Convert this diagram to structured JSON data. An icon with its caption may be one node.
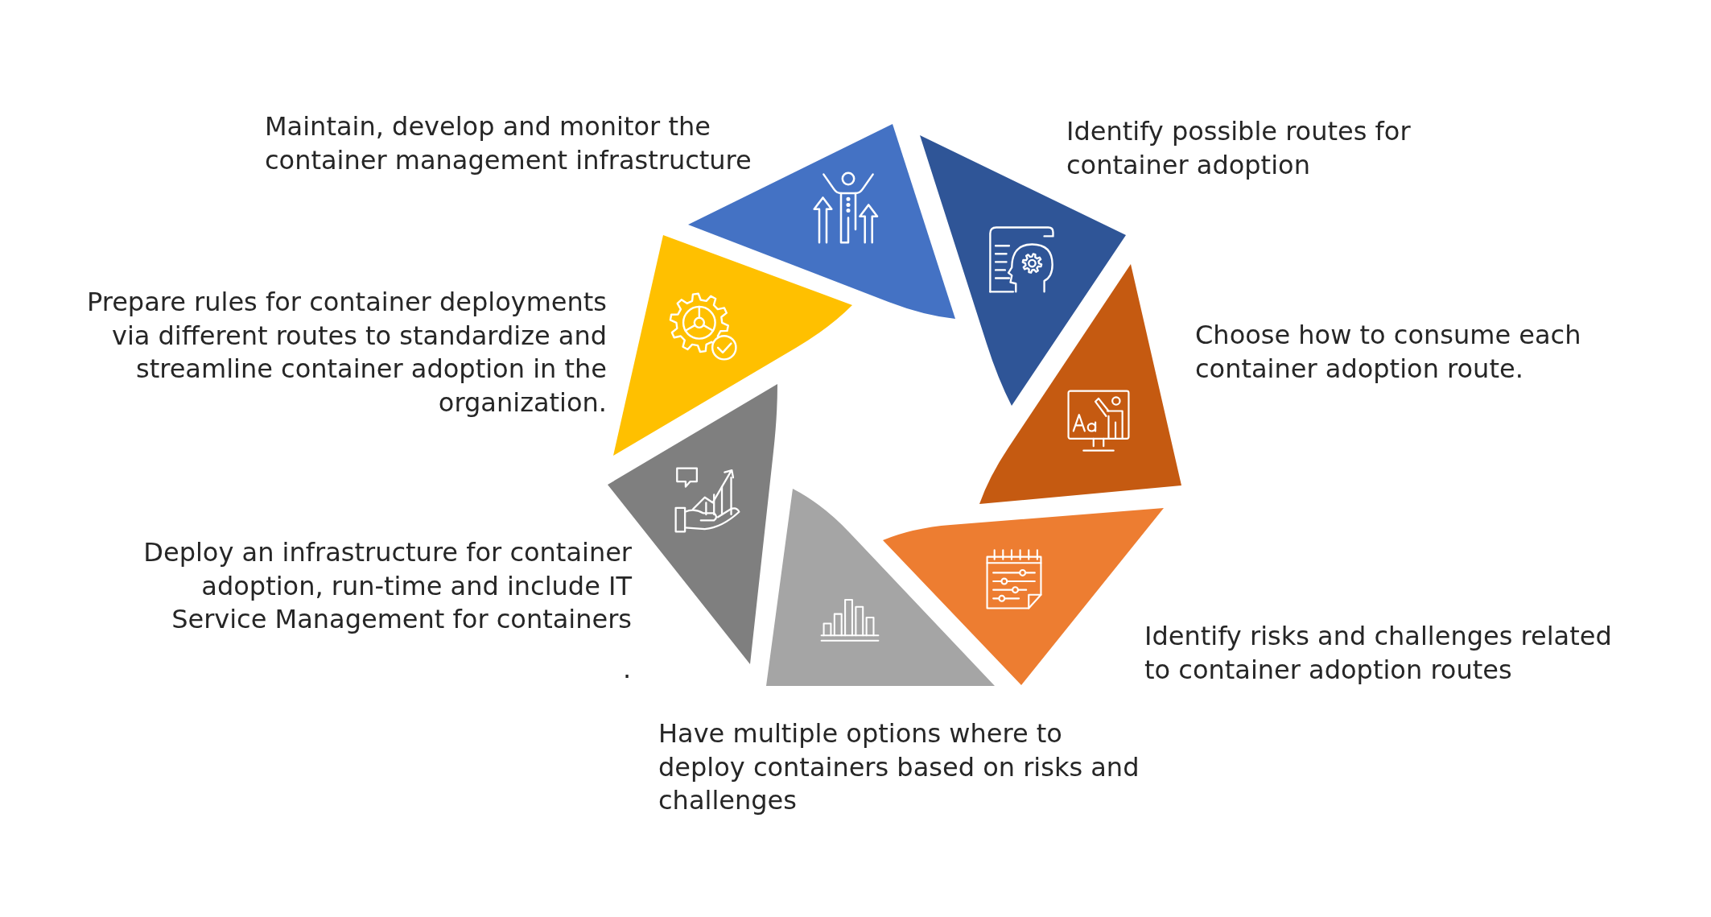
{
  "diagram": {
    "nodes": [
      {
        "text": [],
        "shape": "triangle",
        "beside": [
          "Identify possible routes for container adoption"
        ]
      },
      {
        "text": [],
        "shape": "triangle",
        "beside": [
          "Choose how to consume each container adoption route."
        ]
      },
      {
        "text": [],
        "shape": "triangle",
        "beside": [
          "Identify risks and challenges related to container adoption routes"
        ]
      },
      {
        "text": [],
        "shape": "triangle",
        "beside": [
          "Have multiple options where to deploy containers based on risks and challenges"
        ]
      },
      {
        "text": [],
        "shape": "triangle",
        "beside": [
          "Deploy an infrastructure for container adoption, run-time and include IT Service Management for containers"
        ]
      },
      {
        "text": [],
        "shape": "triangle",
        "beside": [
          "Prepare rules for container deployments via different routes to standardize and streamline container adoption in the organization."
        ]
      },
      {
        "text": [],
        "shape": "triangle",
        "beside": [
          "Maintain, develop and monitor the container management infrastructure"
        ]
      }
    ],
    "labels": [
      "."
    ]
  }
}
